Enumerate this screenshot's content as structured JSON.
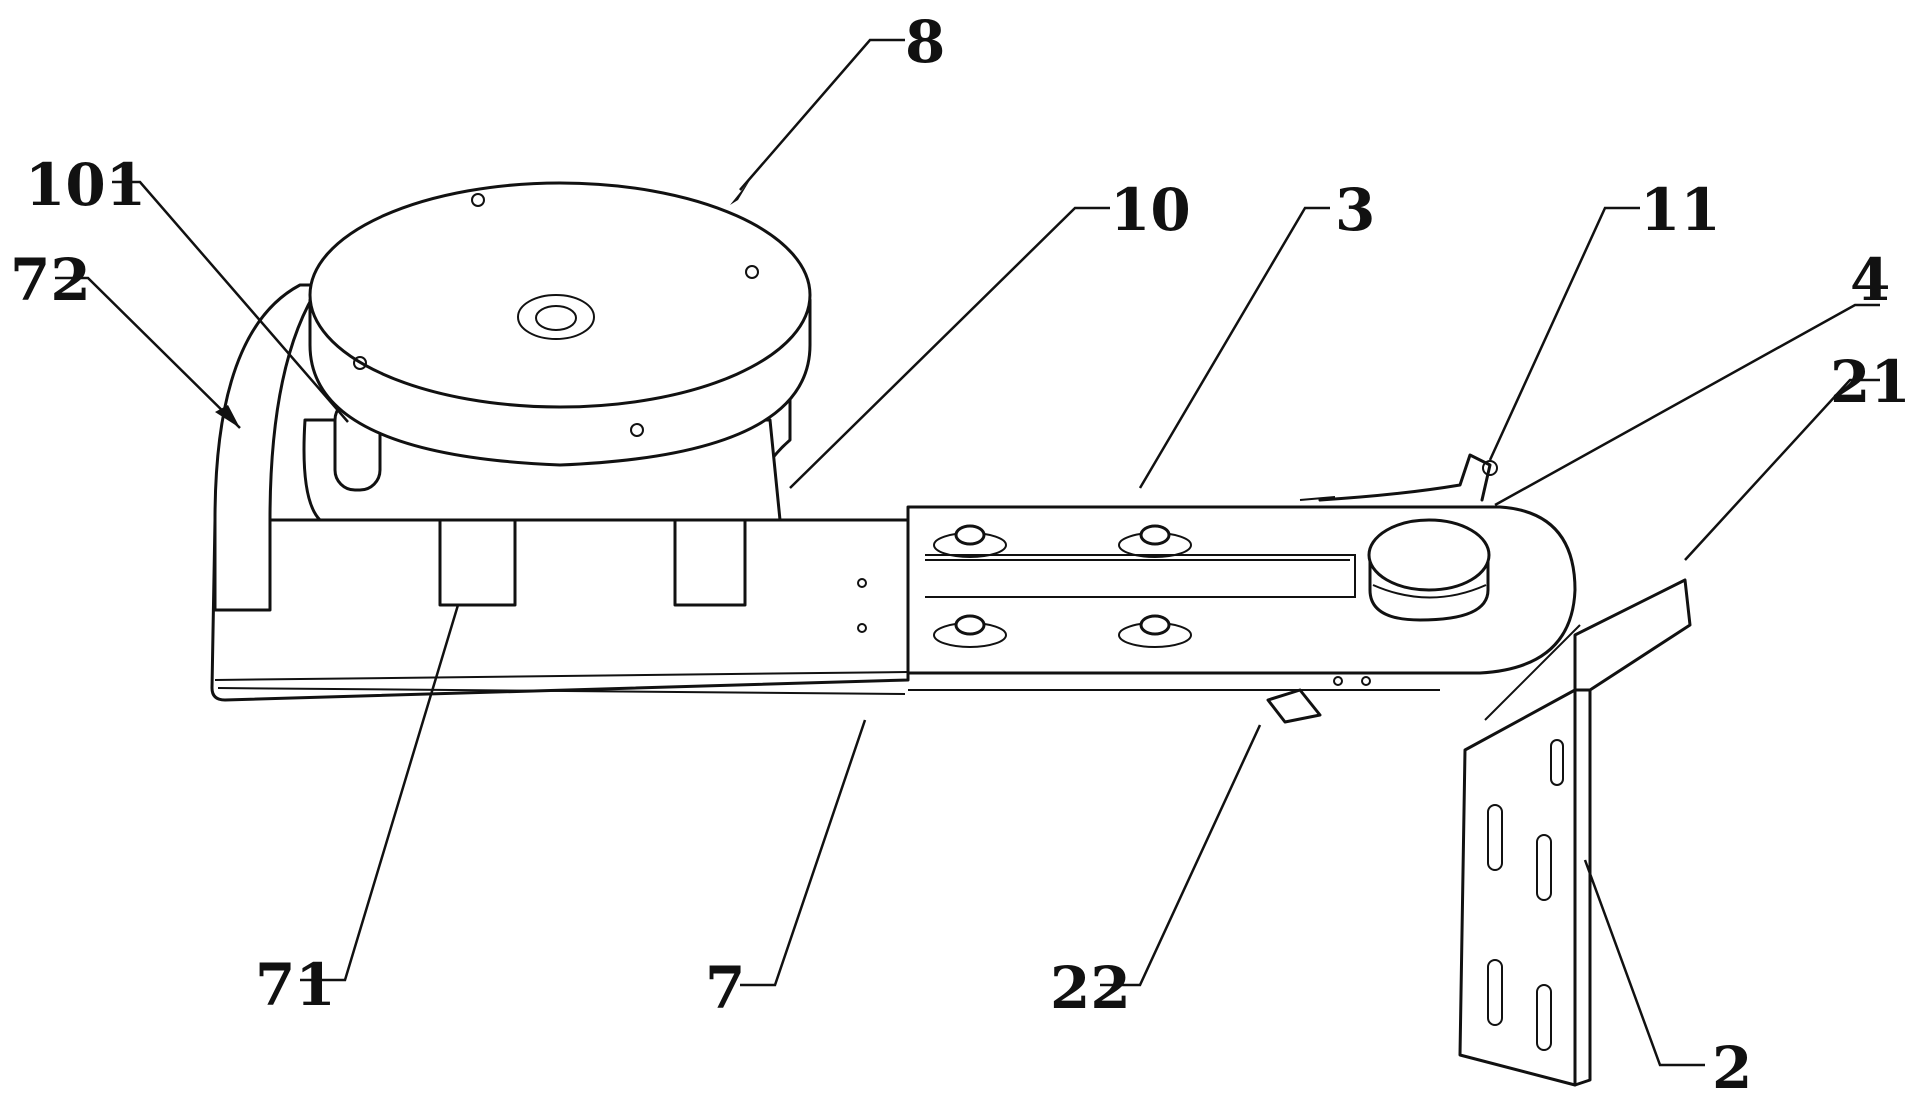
{
  "figure": {
    "labels": {
      "l8": "8",
      "l101": "101",
      "l72": "72",
      "l10": "10",
      "l3": "3",
      "l11": "11",
      "l4": "4",
      "l21": "21",
      "l71": "71",
      "l7": "7",
      "l22": "22",
      "l2": "2"
    },
    "colors": {
      "line": "#111111",
      "background": "#ffffff"
    }
  }
}
